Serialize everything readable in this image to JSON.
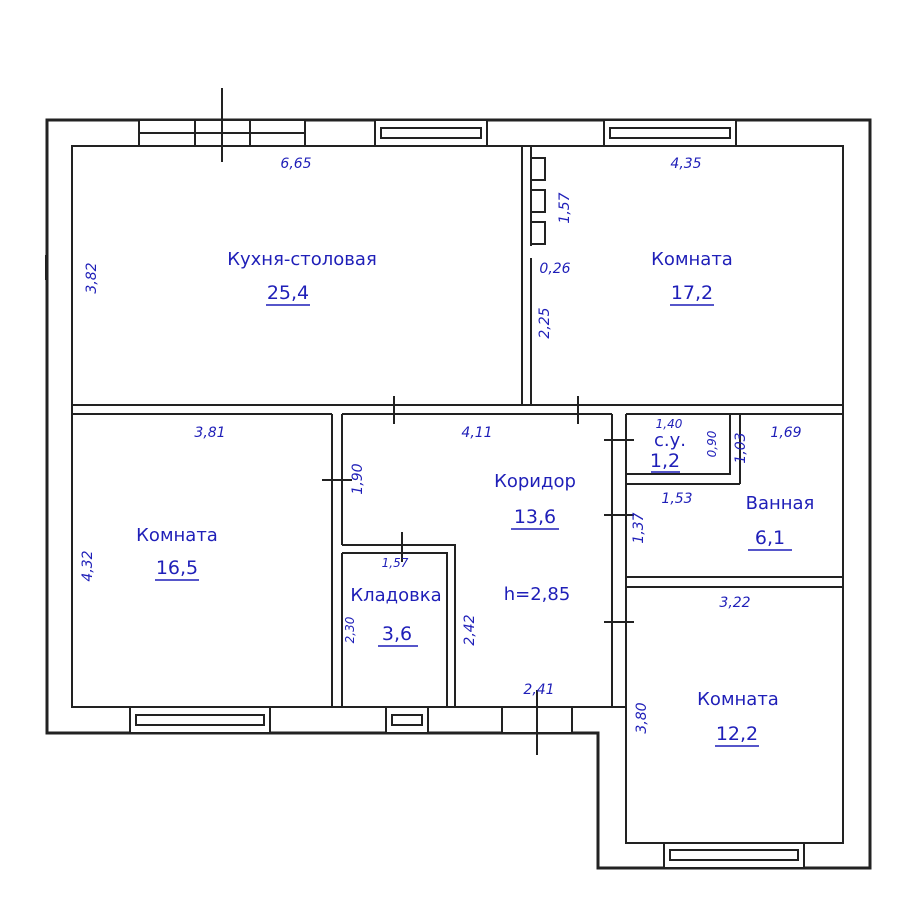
{
  "rooms": {
    "kitchen": {
      "name": "Кухня-столовая",
      "area": "25,4"
    },
    "room_ne": {
      "name": "Комната",
      "area": "17,2"
    },
    "room_w": {
      "name": "Комната",
      "area": "16,5"
    },
    "corridor": {
      "name": "Коридор",
      "area": "13,6",
      "height": "h=2,85"
    },
    "storage": {
      "name": "Кладовка",
      "area": "3,6"
    },
    "wc": {
      "name": "с.у.",
      "area": "1,2"
    },
    "bath": {
      "name": "Ванная",
      "area": "6,1"
    },
    "room_se": {
      "name": "Комната",
      "area": "12,2"
    }
  },
  "dimensions": {
    "d665": "6,65",
    "d435": "4,35",
    "d382": "3,82",
    "d157a": "1,57",
    "d026": "0,26",
    "d225": "2,25",
    "d381": "3,81",
    "d411": "4,11",
    "d140": "1,40",
    "d090": "0,90",
    "d103": "1,03",
    "d169": "1,69",
    "d190": "1,90",
    "d153": "1,53",
    "d137": "1,37",
    "d432": "4,32",
    "d157b": "1,57",
    "d230": "2,30",
    "d242": "2,42",
    "d322": "3,22",
    "d241": "2,41",
    "d380": "3,80"
  }
}
